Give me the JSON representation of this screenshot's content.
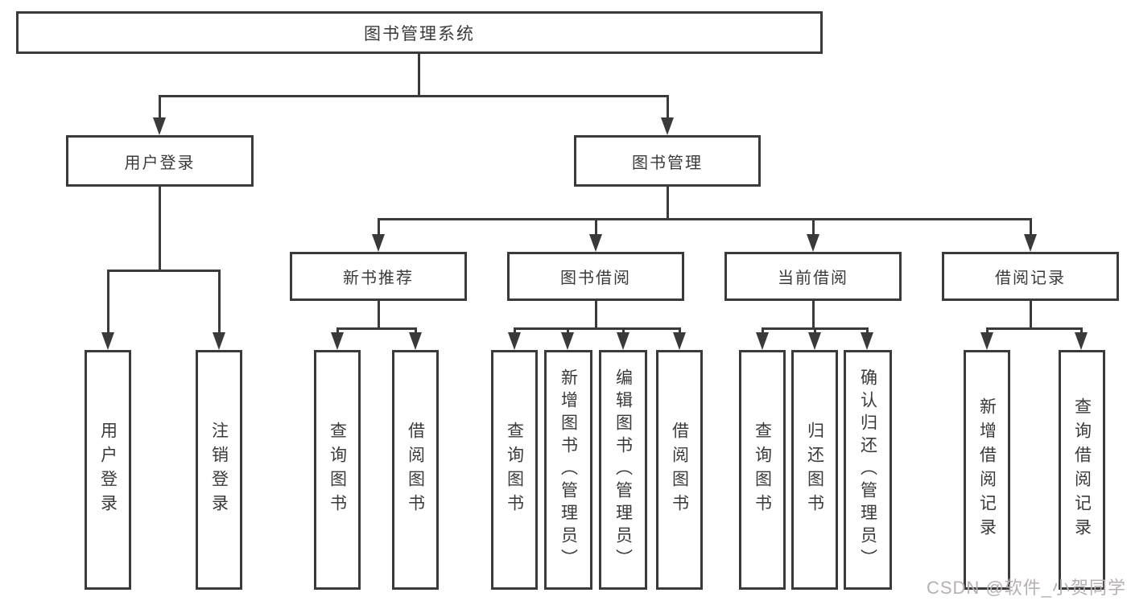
{
  "root": {
    "label": "图书管理系统"
  },
  "level2": [
    {
      "label": "用户登录"
    },
    {
      "label": "图书管理"
    }
  ],
  "level3": [
    {
      "label": "新书推荐"
    },
    {
      "label": "图书借阅"
    },
    {
      "label": "当前借阅"
    },
    {
      "label": "借阅记录"
    }
  ],
  "leaves": [
    {
      "label": "用户登录"
    },
    {
      "label": "注销登录"
    },
    {
      "label": "查询图书"
    },
    {
      "label": "借阅图书"
    },
    {
      "label": "查询图书"
    },
    {
      "label": "新增图书（管理员）"
    },
    {
      "label": "编辑图书（管理员）"
    },
    {
      "label": "借阅图书"
    },
    {
      "label": "查询图书"
    },
    {
      "label": "归还图书"
    },
    {
      "label": "确认归还（管理员）"
    },
    {
      "label": "新增借阅记录"
    },
    {
      "label": "查询借阅记录"
    }
  ],
  "watermark": {
    "text": "CSDN @软件_小贺同学"
  },
  "colors": {
    "line": "#3a3a3a",
    "text": "#3a3a3a",
    "background": "#ffffff",
    "watermark": "#b7b0b0"
  }
}
